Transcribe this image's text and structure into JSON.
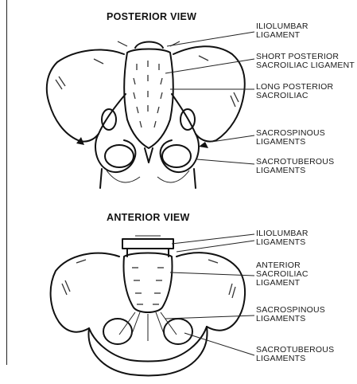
{
  "posterior": {
    "title": "POSTERIOR VIEW",
    "labels": [
      "ILIOLUMBAR\nLIGAMENT",
      "SHORT POSTERIOR\nSACROILIAC LIGAMENT",
      "LONG POSTERIOR\nSACROILIAC",
      "SACROSPINOUS\nLIGAMENTS",
      "SACROTUBEROUS\nLIGAMENTS"
    ]
  },
  "anterior": {
    "title": "ANTERIOR VIEW",
    "labels": [
      "ILIOLUMBAR\nLIGAMENTS",
      "ANTERIOR\nSACROILIAC\nLIGAMENT",
      "SACROSPINOUS\nLIGAMENTS",
      "SACROTUBEROUS\nLIGAMENTS"
    ]
  }
}
